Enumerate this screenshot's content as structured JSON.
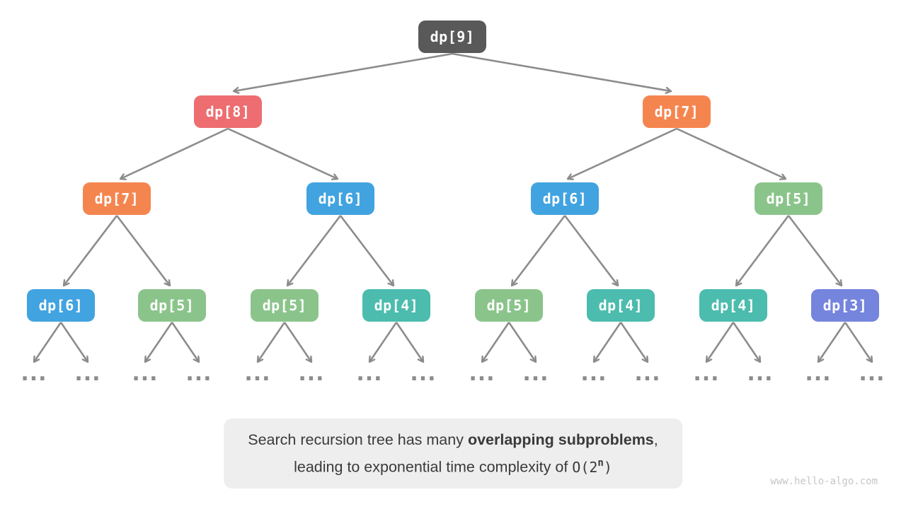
{
  "colors": {
    "node_dp9": "#595959",
    "node_dp8": "#ED6D70",
    "node_dp7": "#F5854F",
    "node_dp6": "#41A3E0",
    "node_dp5": "#8BC48B",
    "node_dp4": "#4BBCAE",
    "node_dp3": "#7584DD",
    "edge": "#8C8C8C",
    "caption_bg": "#EEEEEE",
    "caption_text": "#3A3A3A",
    "watermark": "#C6C6C6"
  },
  "tree": {
    "root": {
      "label": "dp[9]"
    },
    "level2": [
      {
        "label": "dp[8]"
      },
      {
        "label": "dp[7]"
      }
    ],
    "level3": [
      {
        "label": "dp[7]"
      },
      {
        "label": "dp[6]"
      },
      {
        "label": "dp[6]"
      },
      {
        "label": "dp[5]"
      }
    ],
    "level4": [
      {
        "label": "dp[6]"
      },
      {
        "label": "dp[5]"
      },
      {
        "label": "dp[5]"
      },
      {
        "label": "dp[4]"
      },
      {
        "label": "dp[5]"
      },
      {
        "label": "dp[4]"
      },
      {
        "label": "dp[4]"
      },
      {
        "label": "dp[3]"
      }
    ],
    "ellipsis": "..."
  },
  "caption": {
    "line1_normal": "Search recursion tree has many ",
    "line1_bold": "overlapping subproblems",
    "line1_tail": ",",
    "line2_normal": "leading to exponential time complexity of ",
    "code_pre": "O(2",
    "code_sup": "n",
    "code_post": ")"
  },
  "watermark": "www.hello-algo.com"
}
